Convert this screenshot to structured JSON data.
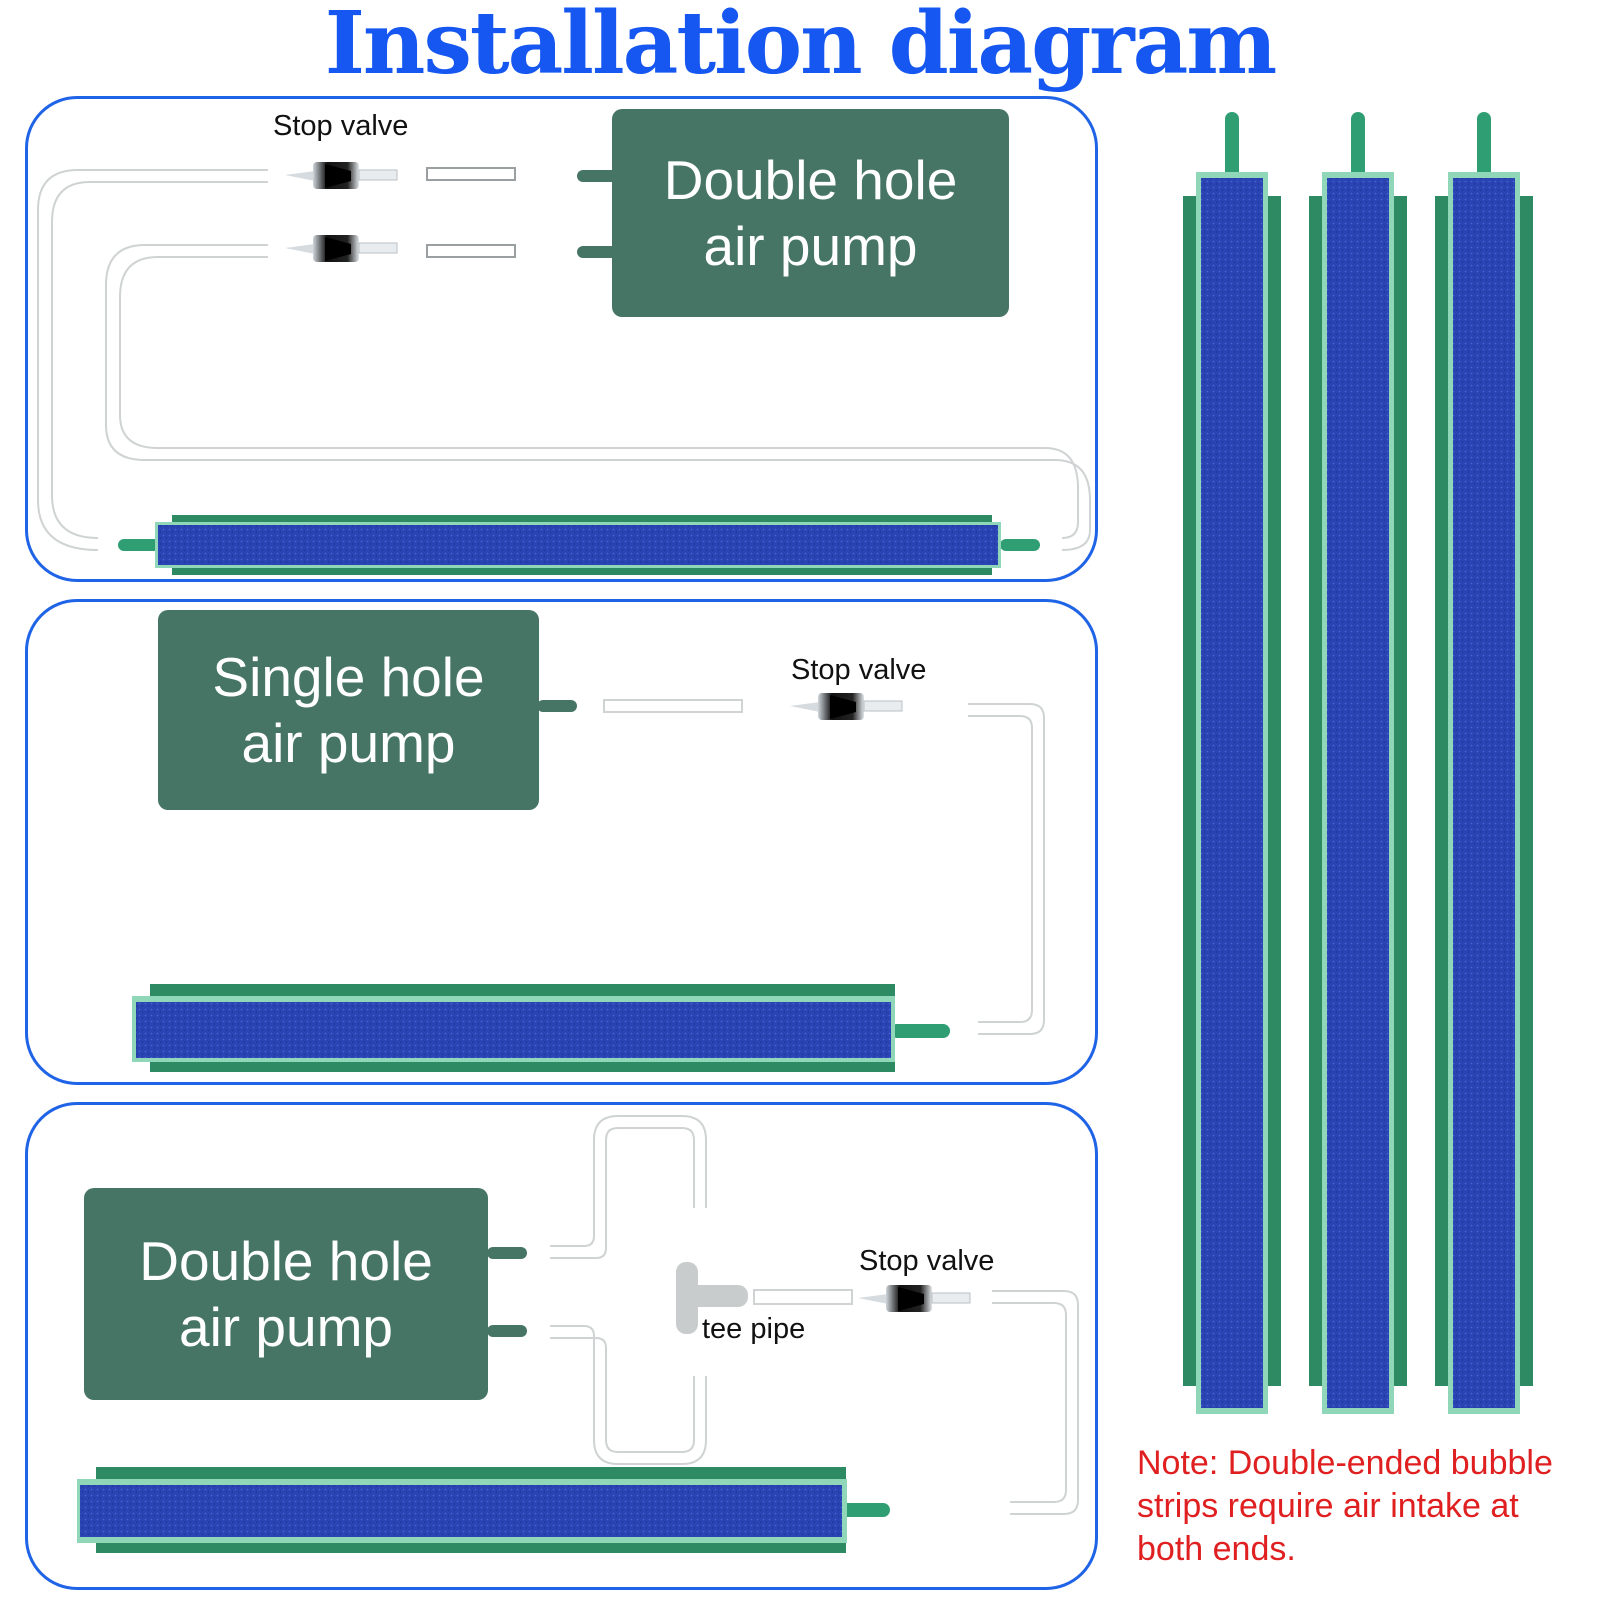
{
  "title": "Installation diagram",
  "panels": [
    {
      "pump_line1": "Double hole",
      "pump_line2": "air pump",
      "valve_label": "Stop valve"
    },
    {
      "pump_line1": "Single hole",
      "pump_line2": "air pump",
      "valve_label": "Stop valve"
    },
    {
      "pump_line1": "Double hole",
      "pump_line2": "air pump",
      "valve_label": "Stop valve",
      "tee_label": "tee pipe"
    }
  ],
  "note": {
    "line1": "Note: Double-ended bubble",
    "line2": "strips require air intake at",
    "line3": "both ends."
  },
  "colors": {
    "title": "#1557f0",
    "panel_border": "#1f63e6",
    "pump": "#467565",
    "stone_blue": "#2b45b5",
    "strip_green": "#2f9e72",
    "note": "#e02020"
  }
}
